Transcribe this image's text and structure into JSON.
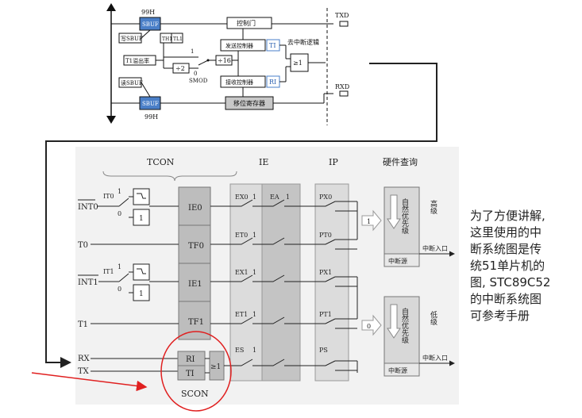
{
  "top_diagram": {
    "sbuf_top_addr": "99H",
    "sbuf_top": "SBUF",
    "write_sbuf": "写SBUF",
    "t1_overflow": "T1溢出率",
    "th1": "TH1",
    "tl1": "TL1",
    "div2": "÷2",
    "smod": "SMOD",
    "smod_1": "1",
    "smod_0": "0",
    "div16": "÷16",
    "control_gate": "控制门",
    "send_ctrl": "发送控制器",
    "ti": "TI",
    "recv_ctrl": "接收控制器",
    "ri": "RI",
    "to_interrupt": "去中断逻辑",
    "or_gate": "≥1",
    "read_sbuf": "读SBUF",
    "sbuf_bottom": "SBUF",
    "sbuf_bottom_addr": "99H",
    "shift_reg": "移位寄存器",
    "txd": "TXD",
    "rxd": "RXD"
  },
  "bottom_diagram": {
    "headers": {
      "tcon": "TCON",
      "ie": "IE",
      "ip": "IP",
      "hw": "硬件查询",
      "scon": "SCON"
    },
    "inputs": {
      "int0": "INT0",
      "t0": "T0",
      "int1": "INT1",
      "t1": "T1",
      "rx": "RX",
      "tx": "TX"
    },
    "it0": "IT0",
    "it1": "IT1",
    "tcon_flags": [
      "IE0",
      "TF0",
      "IE1",
      "TF1"
    ],
    "scon_flags": [
      "RI",
      "TI"
    ],
    "scon_or": "≥1",
    "ie_bits": [
      "EX0",
      "ET0",
      "EX1",
      "ET1",
      "ES"
    ],
    "ea": "EA",
    "ip_bits": [
      "PX0",
      "PT0",
      "PX1",
      "PT1",
      "PS"
    ],
    "natural_priority": "自然优先级",
    "int_source": "中断源",
    "high": "高级",
    "low": "低级",
    "int_entry": "中断入口",
    "one": "1",
    "zero": "0"
  },
  "explanation_lines": [
    "为了方便讲解,",
    "这里使用的中",
    "断系统图是传",
    "统51单片机的",
    "图, STC89C52",
    "的中断系统图",
    "可参考手册"
  ],
  "colors": {
    "connector": "#222222",
    "highlight": "#e02020",
    "sbuf_blue": "#4a7fc8",
    "flag_box": "#bdbdbd",
    "panel_bg": "#f2f2f2"
  }
}
